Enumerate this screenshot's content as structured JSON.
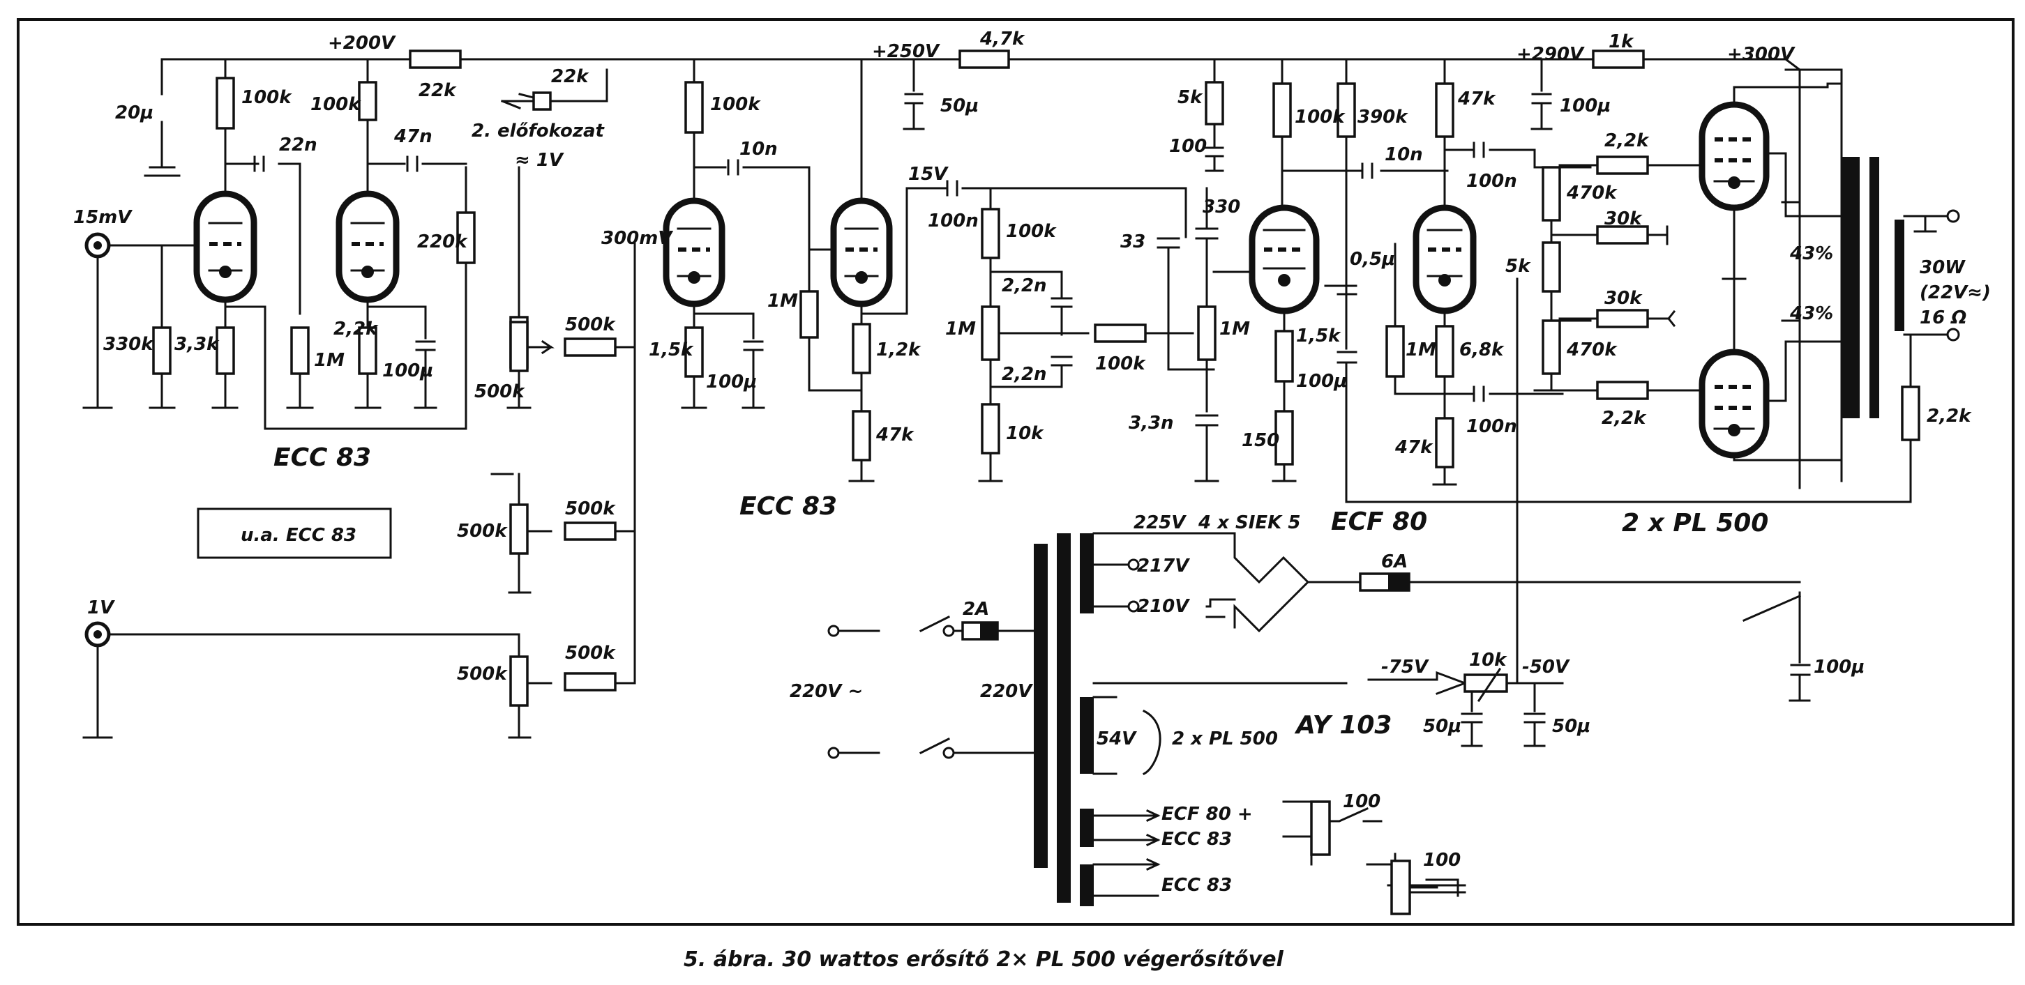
{
  "caption": "5. ábra. 30 wattos erősítő 2× PL 500 végerősítővel",
  "rails": {
    "v200": "+200V",
    "v250": "+250V",
    "v290": "+290V",
    "v300": "+300V"
  },
  "tubes": {
    "stage1": "ECC 83",
    "stage2": "ECC 83",
    "driver": "ECF 80",
    "output": "2 x PL 500",
    "note": "u.a. ECC 83"
  },
  "inputs": {
    "in1_level": "15mV",
    "in2_level": "1V",
    "mid_level": "300mV",
    "stage2_level": "15V",
    "preamp_note": "2. előfokozat",
    "preamp_level": "≈ 1V"
  },
  "resistors": {
    "r22k_top": "22k",
    "r22k_pre": "22k",
    "r4k7": "4,7k",
    "r1k": "1k",
    "r100k_a": "100k",
    "r100k_b": "100k",
    "r100k_c": "100k",
    "r100k_d": "100k",
    "r100k_e": "100k",
    "r220k": "220k",
    "r330k": "330k",
    "r3k3": "3,3k",
    "r1M_a": "1M",
    "r2k2_a": "2,2k",
    "r500k_a": "500k",
    "r500k_b": "500k",
    "r500k_c": "500k",
    "r500k_d": "500k",
    "r500k_e": "500k",
    "r500k_f": "500k",
    "r1k5_a": "1,5k",
    "r1M_b": "1M",
    "r1k2": "1,2k",
    "r47k_a": "47k",
    "r1M_c": "1M",
    "r10k_a": "10k",
    "r100k_f": "100k",
    "r1M_d": "1M",
    "r5k": "5k",
    "r100": "100",
    "r390k": "390k",
    "r1k5_b": "1,5k",
    "r150": "150",
    "r47k_b": "47k",
    "r1M_e": "1M",
    "r6k8": "6,8k",
    "r47k_c": "47k",
    "r470k_a": "470k",
    "r470k_b": "470k",
    "r5k_pot": "5k",
    "r30k_a": "30k",
    "r30k_b": "30k",
    "r2k2_b": "2,2k",
    "r2k2_c": "2,2k",
    "r2k2_d": "2,2k",
    "r10k_b": "10k",
    "r100_a": "100",
    "r100_b": "100"
  },
  "capacitors": {
    "c20u": "20μ",
    "c22n": "22n",
    "c47n": "47n",
    "c100u_a": "100μ",
    "c50u_a": "50μ",
    "c10n_a": "10n",
    "c100u_b": "100μ",
    "c100n_a": "100n",
    "c2n2_a": "2,2n",
    "c2n2_b": "2,2n",
    "c33": "33",
    "c330": "330",
    "c3n3": "3,3n",
    "c10n_b": "10n",
    "c0u5": "0,5μ",
    "c100u_c": "100μ",
    "c100n_b": "100n",
    "c100n_c": "100n",
    "c100u_d": "100μ",
    "c100u_e": "100μ",
    "c50u_b": "50μ",
    "c50u_c": "50μ"
  },
  "output": {
    "power": "30W",
    "voltage": "(22V≈)",
    "impedance": "16 Ω",
    "pct_top": "43%",
    "pct_bottom": "43%"
  },
  "power_supply": {
    "rectifier": "4 x SIEK 5",
    "v225": "225V",
    "v217": "217V",
    "v210": "210V",
    "fuse_main": "2A",
    "fuse_ht": "6A",
    "mains": "220V ~",
    "primary": "220V",
    "heater_54": "54V",
    "heater_pl": "2 x PL 500",
    "heater_ecf": "ECF 80 +",
    "heater_ecc_a": "ECC 83",
    "heater_ecc_b": "ECC 83",
    "diode": "AY 103",
    "neg75": "-75V",
    "neg50": "-50V"
  }
}
